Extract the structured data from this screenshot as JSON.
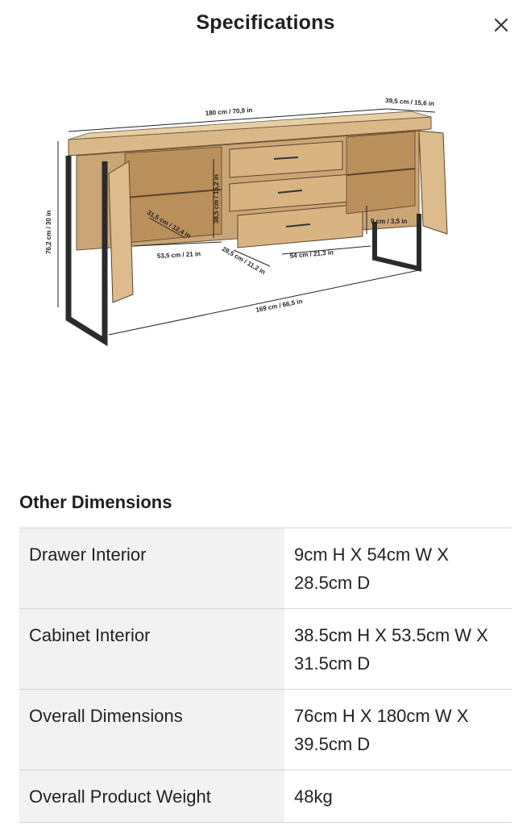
{
  "header": {
    "title": "Specifications",
    "close_icon": "close-icon"
  },
  "figure": {
    "labels": {
      "top_width": "180 cm / 70,9 in",
      "depth": "39,5 cm / 15,6 in",
      "height": "76,2 cm / 30 in",
      "cab_height": "38,5 cm / 15,2 in",
      "cab_depth": "31,5 cm / 12,4 in",
      "drawer_h": "9 cm / 3,5 in",
      "cab_width": "53,5 cm / 21 in",
      "drawer_d": "28,5 cm / 11,2 in",
      "drawer_w": "54 cm / 21,3 in",
      "leg_width": "169 cm / 66,5 in"
    }
  },
  "other": {
    "title": "Other Dimensions",
    "rows": [
      {
        "label": "Drawer Interior",
        "value": "9cm H X 54cm W X 28.5cm D"
      },
      {
        "label": "Cabinet Interior",
        "value": "38.5cm H X 53.5cm W X 31.5cm D"
      },
      {
        "label": "Overall Dimensions",
        "value": "76cm H X 180cm W X 39.5cm D"
      },
      {
        "label": "Overall Product Weight",
        "value": "48kg"
      }
    ]
  }
}
